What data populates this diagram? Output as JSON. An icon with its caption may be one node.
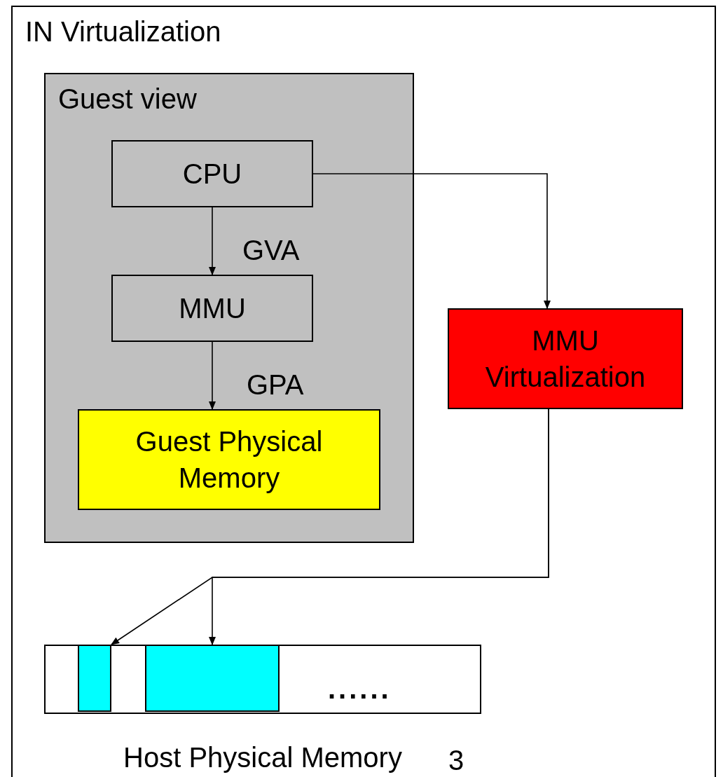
{
  "diagram": {
    "nodes": [
      {
        "text": [
          "IN Virtualization"
        ]
      },
      {
        "text": [
          "Guest view"
        ],
        "in": 0
      },
      {
        "text": [
          "CPU"
        ],
        "in": 1
      },
      {
        "text": [
          "MMU"
        ],
        "in": 1
      },
      {
        "text": [
          "Guest Physical Memory"
        ],
        "in": 1
      },
      {
        "text": [
          "MMU Virtualization"
        ],
        "in": 0
      },
      {
        "text": [
          "Host Physical Memory"
        ],
        "in": 0
      },
      {
        "text": [],
        "shape": "box",
        "in": 6
      },
      {
        "text": [],
        "shape": "box",
        "in": 6
      }
    ],
    "edges": [
      {
        "from": 2,
        "to": 3,
        "arrow": "to",
        "label": "GVA"
      },
      {
        "from": 3,
        "to": 4,
        "arrow": "to",
        "label": "GPA"
      },
      {
        "from": 2,
        "to": 5,
        "arrow": "to"
      },
      {
        "from": 5,
        "to": 7,
        "arrow": "to"
      },
      {
        "from": 5,
        "to": 8,
        "arrow": "to"
      }
    ],
    "labels": [
      "......",
      "3"
    ]
  }
}
